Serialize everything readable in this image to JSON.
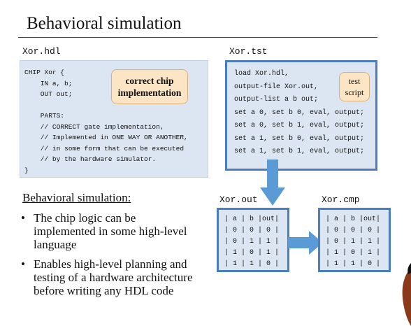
{
  "slide": {
    "title": "Behavioral simulation",
    "hdl_file_label": "Xor.hdl",
    "tst_file_label": "Xor.tst",
    "out_file_label": "Xor.out",
    "cmp_file_label": "Xor.cmp",
    "hdl_code": "CHIP Xor {\n    IN a, b;\n    OUT out;\n\n    PARTS:\n    // CORRECT gate implementation,\n    // Implemented in ONE WAY OR ANOTHER,\n    // in some form that can be executed\n    // by the hardware simulator.\n}",
    "hdl_callout": "correct chip\nimplementation",
    "tst_code": "load Xor.hdl,\noutput-file Xor.out,\noutput-list a b out;\nset a 0, set b 0, eval, output;\nset a 0, set b 1, eval, output;\nset a 1, set b 0, eval, output;\nset a 1, set b 1, eval, output;",
    "tst_callout": "test\nscript",
    "out_table": "| a | b |out|\n| 0 | 0 | 0 |\n| 0 | 1 | 1 |\n| 1 | 0 | 1 |\n| 1 | 1 | 0 |",
    "cmp_table": "| a | b |out|\n| 0 | 0 | 0 |\n| 0 | 1 | 1 |\n| 1 | 0 | 1 |\n| 1 | 1 | 0 |",
    "section_heading": "Behavioral simulation:",
    "bullets": [
      "The chip logic can be implemented in some high-level language",
      "Enables high-level planning and testing of a hardware architecture before writing any HDL code"
    ]
  },
  "colors": {
    "panel": "#dce6f2",
    "panel_border": "#4a7ec1",
    "arrow": "#5b9bd5",
    "callout": "#fbe5c5"
  }
}
